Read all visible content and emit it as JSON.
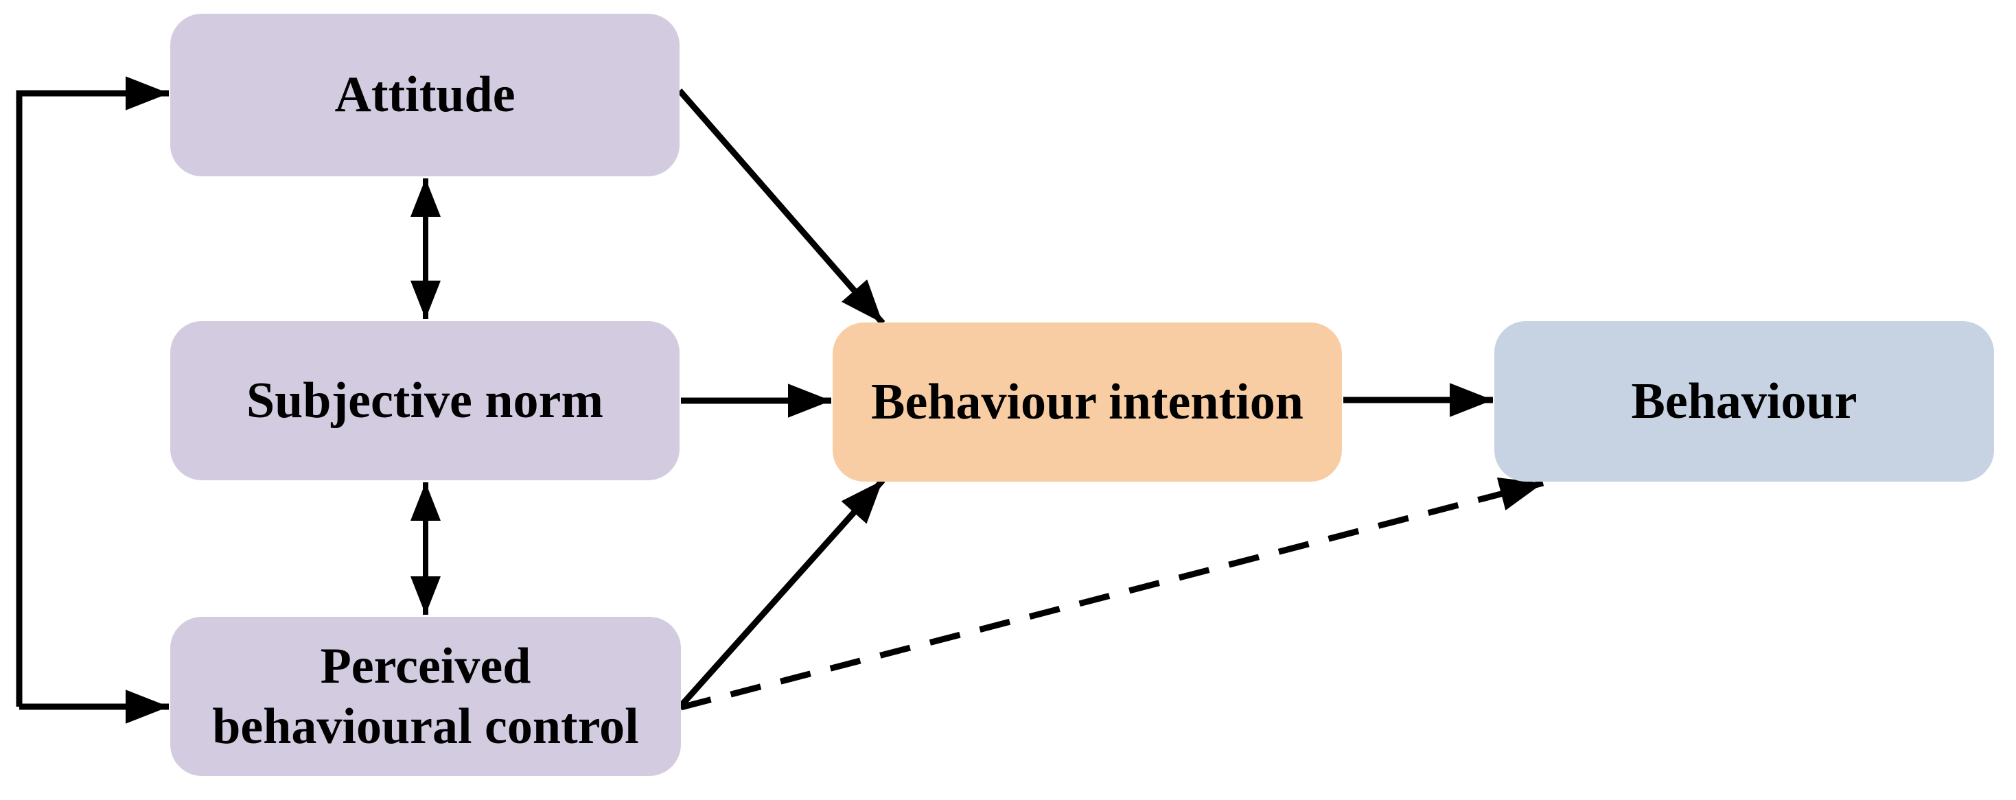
{
  "diagram": {
    "line_color": "#000000",
    "text_color": "#000000",
    "background": "#ffffff",
    "nodes": {
      "attitude": {
        "label": "Attitude",
        "fill": "#d3cce0"
      },
      "subjective_norm": {
        "label": "Subjective norm",
        "fill": "#d3cce0"
      },
      "pbc": {
        "label": "Perceived\nbehavioural control",
        "fill": "#d3cce0"
      },
      "intention": {
        "label": "Behaviour intention",
        "fill": "#f9cda4"
      },
      "behaviour": {
        "label": "Behaviour",
        "fill": "#c7d3e3"
      }
    },
    "edges": [
      {
        "from": "attitude",
        "to": "behaviour-intention",
        "style": "solid",
        "heads": "end"
      },
      {
        "from": "subjective-norm",
        "to": "behaviour-intention",
        "style": "solid",
        "heads": "end"
      },
      {
        "from": "perceived-behavioural-control",
        "to": "behaviour-intention",
        "style": "solid",
        "heads": "end"
      },
      {
        "from": "behaviour-intention",
        "to": "behaviour",
        "style": "solid",
        "heads": "end"
      },
      {
        "from": "perceived-behavioural-control",
        "to": "behaviour",
        "style": "dashed",
        "heads": "end"
      },
      {
        "from": "attitude",
        "to": "subjective-norm",
        "style": "solid",
        "heads": "both"
      },
      {
        "from": "subjective-norm",
        "to": "perceived-behavioural-control",
        "style": "solid",
        "heads": "both"
      },
      {
        "from": "perceived-behavioural-control",
        "to": "attitude",
        "style": "solid",
        "heads": "both",
        "route": "left-elbow"
      }
    ]
  }
}
